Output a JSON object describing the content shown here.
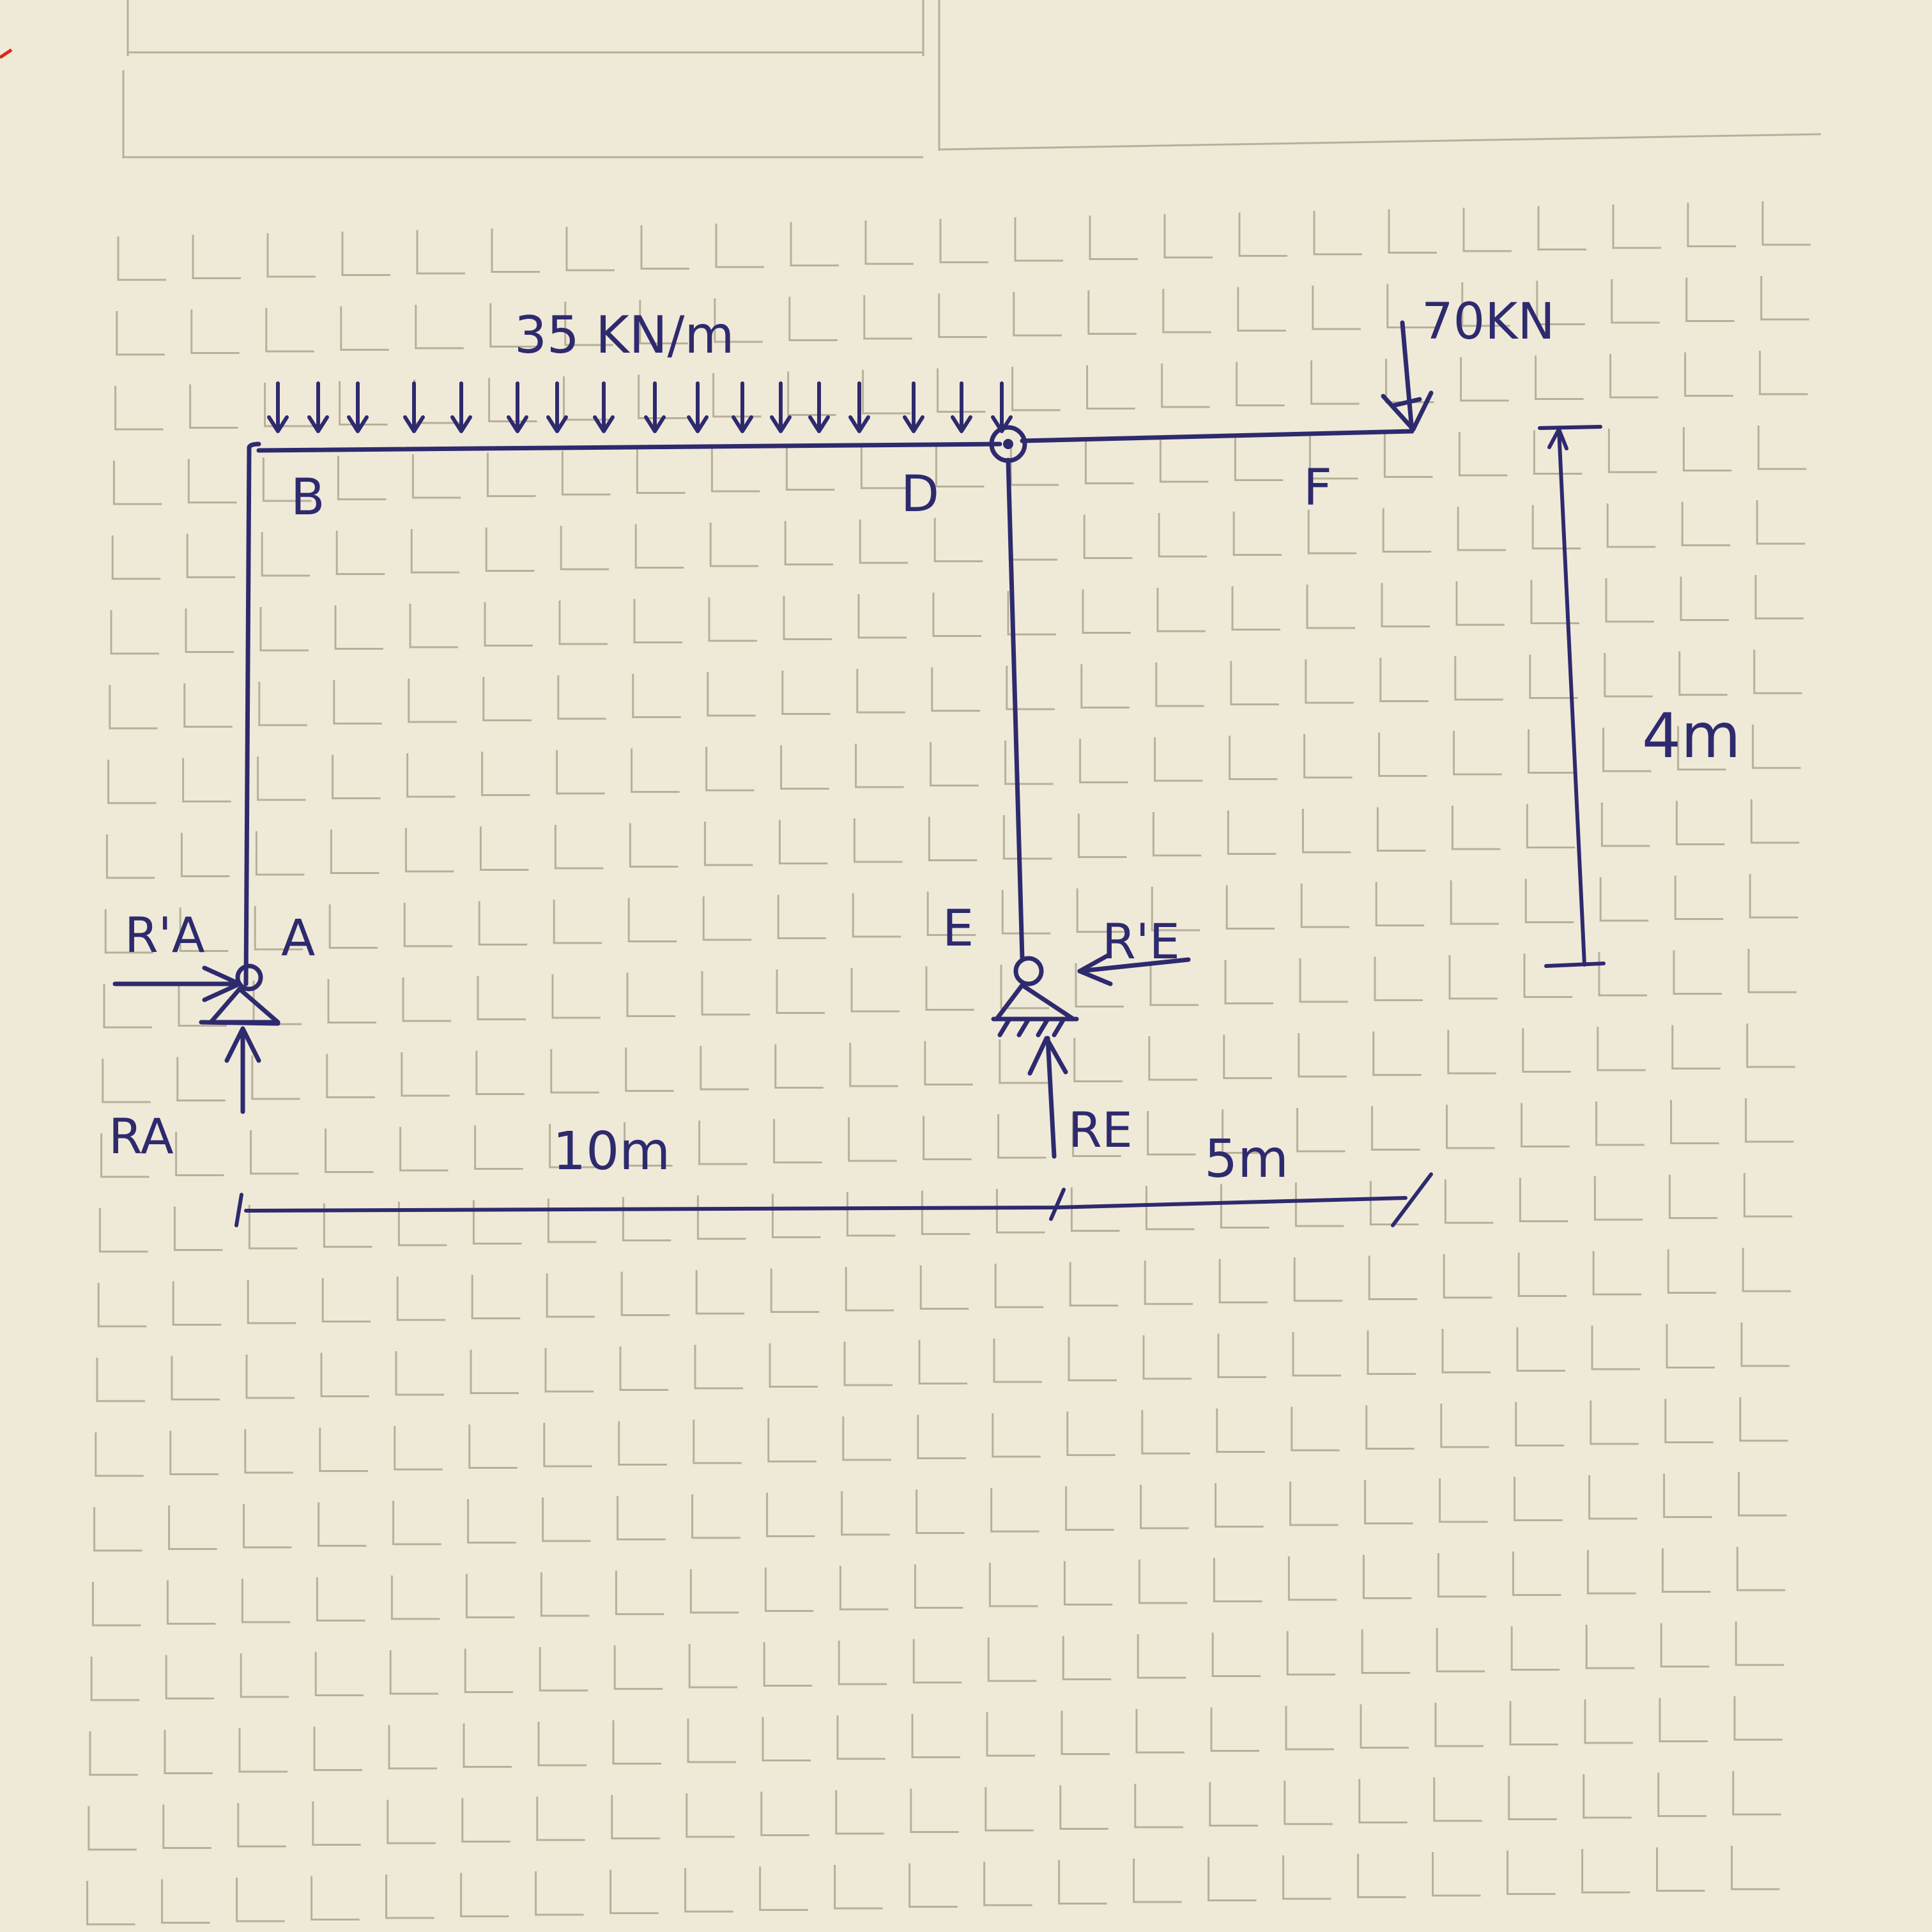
{
  "diagram": {
    "colors": {
      "paper": "#efe9d8",
      "grid": "#b7b099",
      "ink": "#2e2a6e",
      "margin_mark": "#e0241b"
    },
    "labels": {
      "distributed_load": "35 KN/m",
      "point_load": "70KN",
      "node_b": "B",
      "node_d": "D",
      "node_f": "F",
      "node_a": "A",
      "node_e": "E",
      "reaction_a_horizontal": "R'A",
      "reaction_a_vertical": "RA",
      "reaction_e_horizontal": "R'E",
      "reaction_e_vertical": "RE",
      "span_ae": "10m",
      "span_ef": "5m",
      "height": "4m"
    }
  }
}
